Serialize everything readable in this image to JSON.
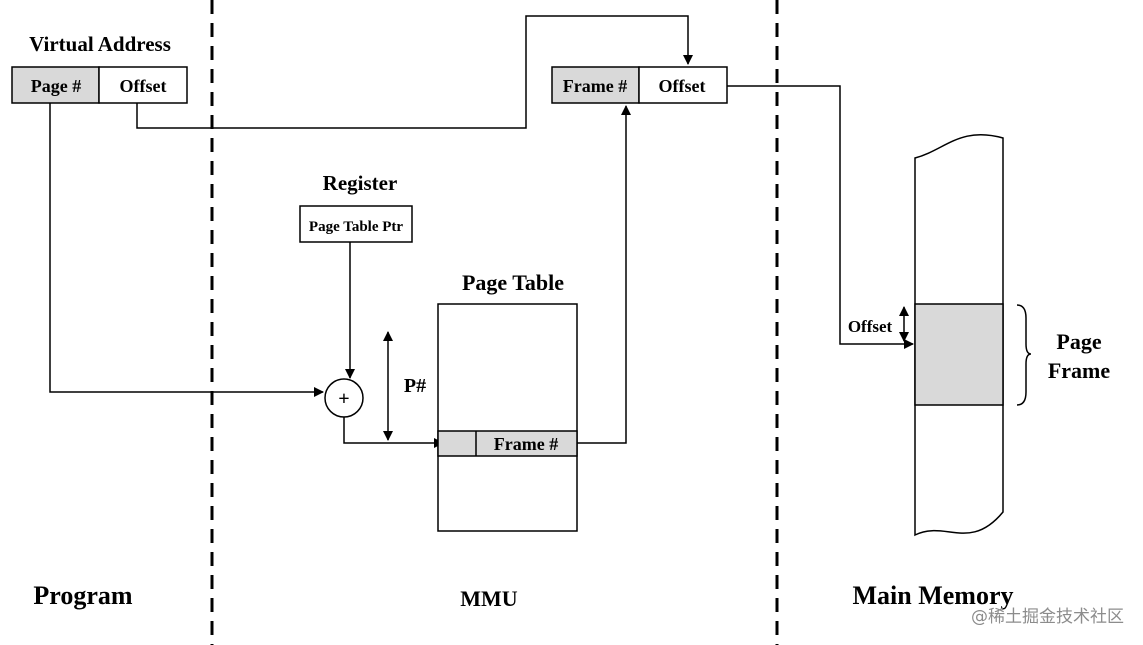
{
  "virtual_address": {
    "title": "Virtual Address",
    "page_field": "Page #",
    "offset_field": "Offset"
  },
  "physical_address": {
    "frame_field": "Frame #",
    "offset_field": "Offset"
  },
  "register": {
    "title": "Register",
    "content": "Page Table Ptr"
  },
  "adder": {
    "symbol": "+"
  },
  "page_number_arrow": {
    "label": "P#"
  },
  "page_table": {
    "title": "Page Table",
    "entry_label": "Frame #"
  },
  "main_memory": {
    "offset_label": "Offset",
    "page_frame_line1": "Page",
    "page_frame_line2": "Frame"
  },
  "regions": {
    "program": "Program",
    "mmu": "MMU",
    "main_memory": "Main Memory"
  },
  "watermark": "@稀土掘金技术社区",
  "colors": {
    "highlight_fill": "#d9d9d9",
    "stroke": "#000000"
  }
}
